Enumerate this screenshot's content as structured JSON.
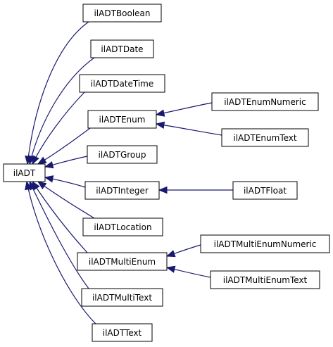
{
  "colors": {
    "edge": "#191970",
    "box_border": "#000000",
    "background": "#ffffff"
  },
  "nodes": {
    "iladt": "ilADT",
    "boolean": "ilADTBoolean",
    "date": "ilADTDate",
    "datetime": "ilADTDateTime",
    "enum": "ilADTEnum",
    "group": "ilADTGroup",
    "integer": "ilADTInteger",
    "location": "ilADTLocation",
    "multienum": "ilADTMultiEnum",
    "multitext": "ilADTMultiText",
    "text": "ilADTText",
    "enumnumeric": "ilADTEnumNumeric",
    "enumtext": "ilADTEnumText",
    "float": "ilADTFloat",
    "multienumnumeric": "ilADTMultiEnumNumeric",
    "multienumtext": "ilADTMultiEnumText"
  },
  "edges": [
    {
      "from": "boolean",
      "to": "iladt"
    },
    {
      "from": "date",
      "to": "iladt"
    },
    {
      "from": "datetime",
      "to": "iladt"
    },
    {
      "from": "enum",
      "to": "iladt"
    },
    {
      "from": "group",
      "to": "iladt"
    },
    {
      "from": "integer",
      "to": "iladt"
    },
    {
      "from": "location",
      "to": "iladt"
    },
    {
      "from": "multienum",
      "to": "iladt"
    },
    {
      "from": "multitext",
      "to": "iladt"
    },
    {
      "from": "text",
      "to": "iladt"
    },
    {
      "from": "enumnumeric",
      "to": "enum"
    },
    {
      "from": "enumtext",
      "to": "enum"
    },
    {
      "from": "float",
      "to": "integer"
    },
    {
      "from": "multienumnumeric",
      "to": "multienum"
    },
    {
      "from": "multienumtext",
      "to": "multienum"
    }
  ]
}
